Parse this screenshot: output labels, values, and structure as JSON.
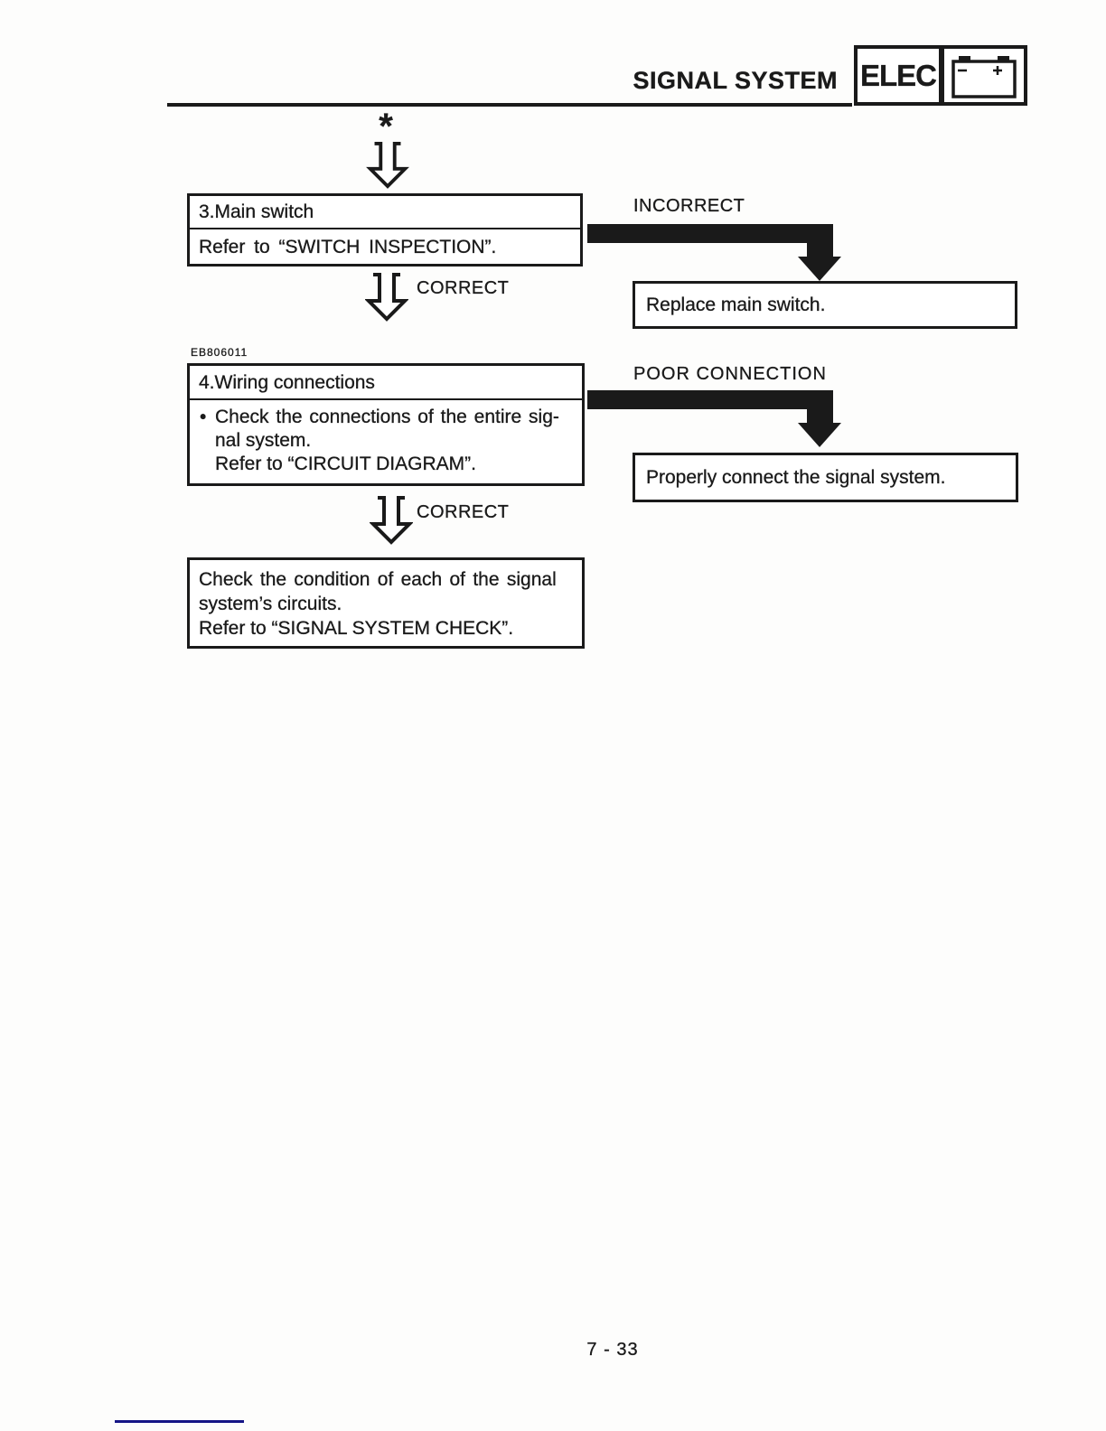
{
  "header": {
    "title": "SIGNAL SYSTEM",
    "tab": "ELEC",
    "battery": {
      "minus": "−",
      "plus": "+"
    }
  },
  "flow": {
    "entry_marker": "*",
    "step3": {
      "title": "3.Main switch",
      "body": "Refer to “SWITCH INSPECTION”."
    },
    "branch3": {
      "label": "INCORRECT",
      "action": "Replace main switch."
    },
    "correct1": "CORRECT",
    "code": "EB806011",
    "step4": {
      "title": "4.Wiring connections",
      "bullet": "•",
      "lines": [
        "Check the connections of the entire sig-",
        "nal system.",
        "Refer to “CIRCUIT DIAGRAM”."
      ]
    },
    "branch4": {
      "label": "POOR CONNECTION",
      "action": "Properly connect the signal system."
    },
    "correct2": "CORRECT",
    "final": {
      "lines": [
        "Check the condition of each of the signal",
        "system’s circuits.",
        "Refer to “SIGNAL SYSTEM CHECK”."
      ]
    }
  },
  "footer": {
    "page_number": "7 - 33"
  },
  "colors": {
    "ink": "#1a1a1a",
    "paper": "#fdfdfc",
    "footer_line": "#151586"
  }
}
